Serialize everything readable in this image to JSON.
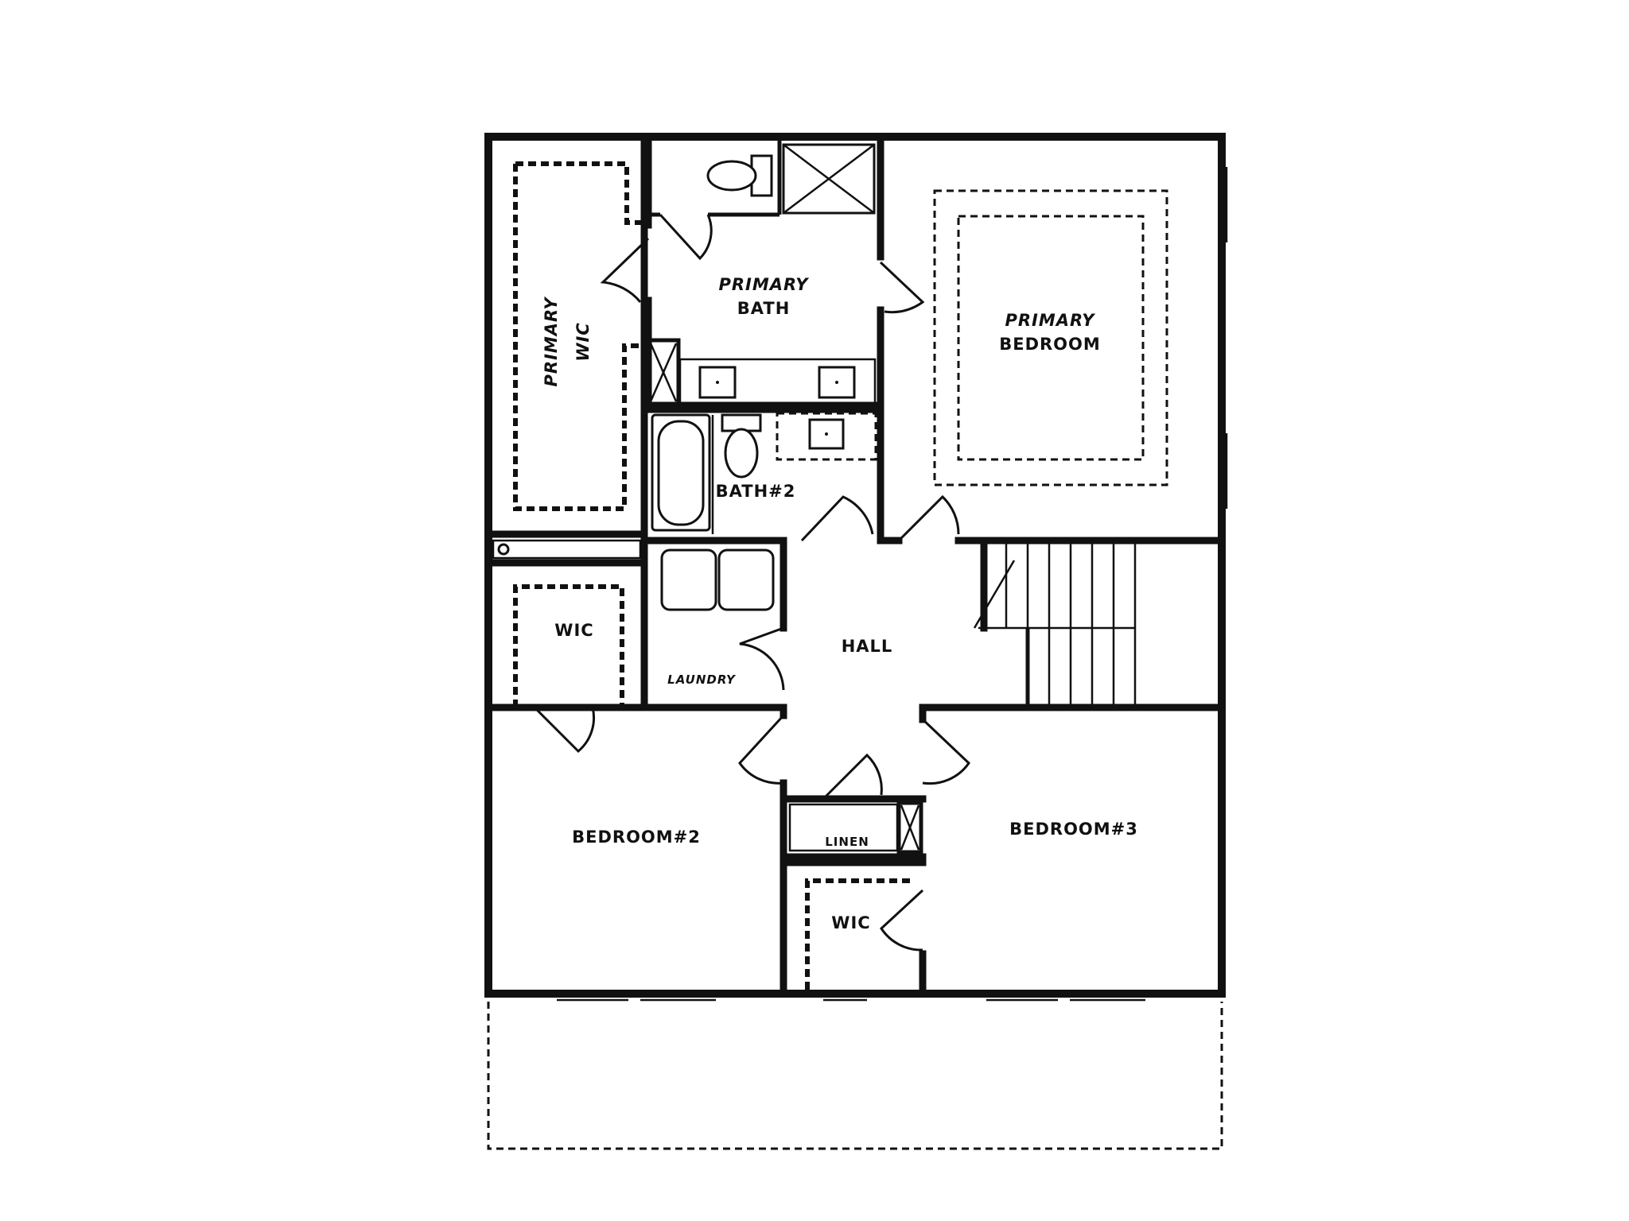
{
  "rooms": {
    "primary_bath": {
      "line1": "PRIMARY",
      "line2": "BATH"
    },
    "primary_bedroom": {
      "line1": "PRIMARY",
      "line2": "BEDROOM"
    },
    "primary_wic": {
      "line1": "PRIMARY",
      "line2": "WIC"
    },
    "bath2": "BATH#2",
    "wic_left": "WIC",
    "laundry": "LAUNDRY",
    "hall": "HALL",
    "bedroom2": "BEDROOM#2",
    "bedroom3": "BEDROOM#3",
    "linen": "LINEN",
    "wic_bottom": "WIC"
  }
}
